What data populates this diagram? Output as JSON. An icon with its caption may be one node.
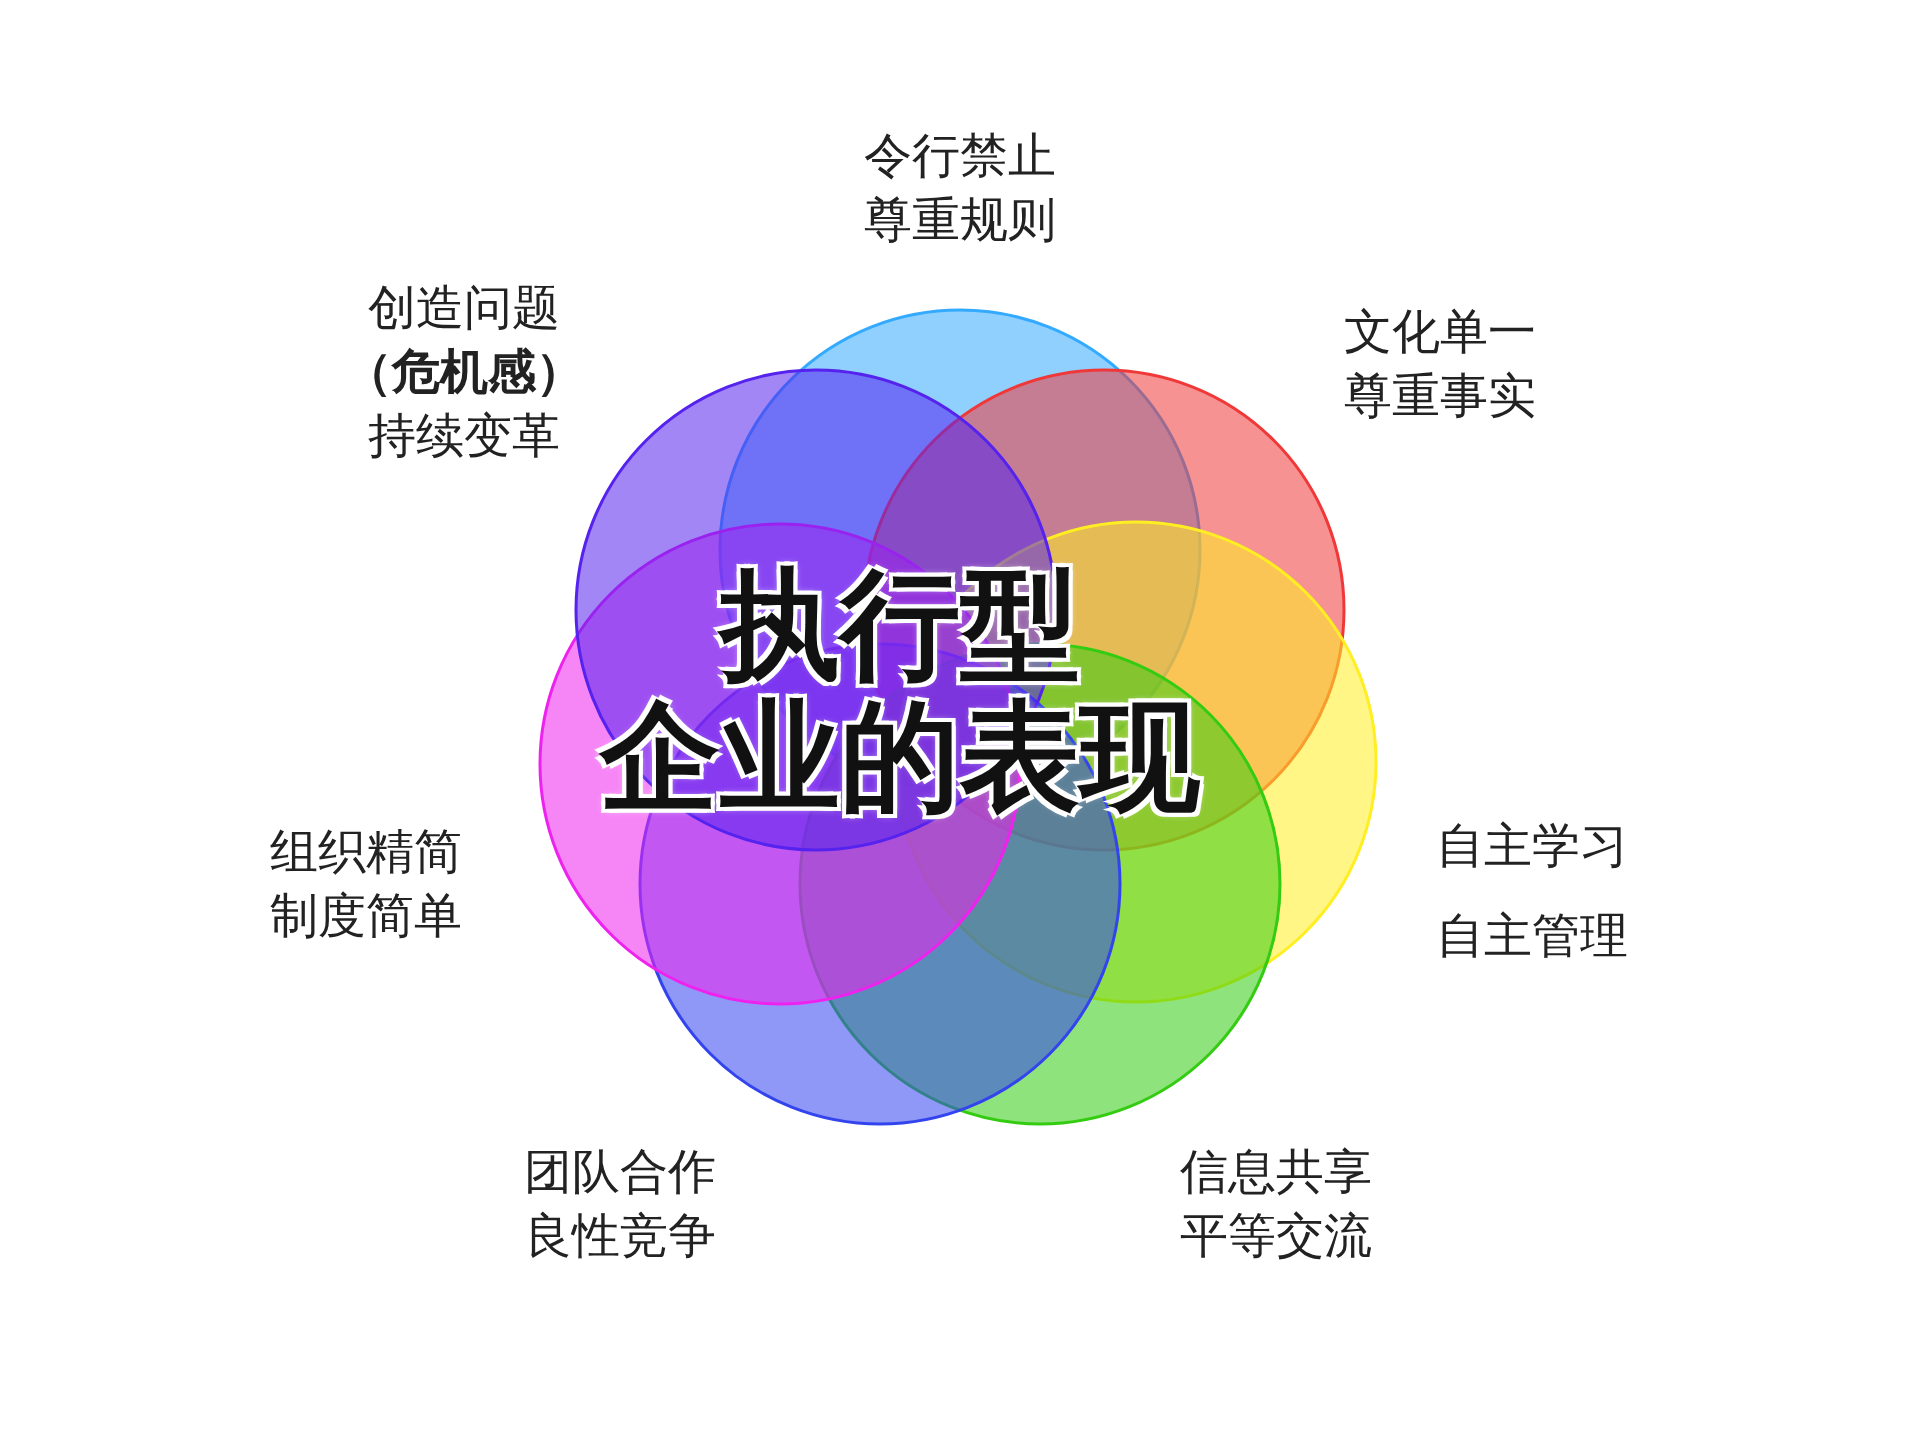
{
  "diagram": {
    "title": "执行型企业的表现",
    "nodes": [
      {
        "text": [],
        "shape": "circle",
        "beside": [
          "令行禁止尊重规则"
        ]
      },
      {
        "text": [],
        "shape": "circle",
        "beside": [
          "文化单一尊重事实"
        ]
      },
      {
        "text": [],
        "shape": "circle",
        "beside": [
          "自主学习",
          "自主管理"
        ]
      },
      {
        "text": [],
        "shape": "circle",
        "beside": [
          "信息共享平等交流"
        ]
      },
      {
        "text": [],
        "shape": "circle",
        "beside": [
          "团队合作良性竞争"
        ]
      },
      {
        "text": [],
        "shape": "circle",
        "beside": [
          "组织精简制度简单"
        ]
      },
      {
        "text": [],
        "shape": "circle",
        "beside": [
          "创造问题**（危机感）**持续变革"
        ]
      }
    ]
  }
}
